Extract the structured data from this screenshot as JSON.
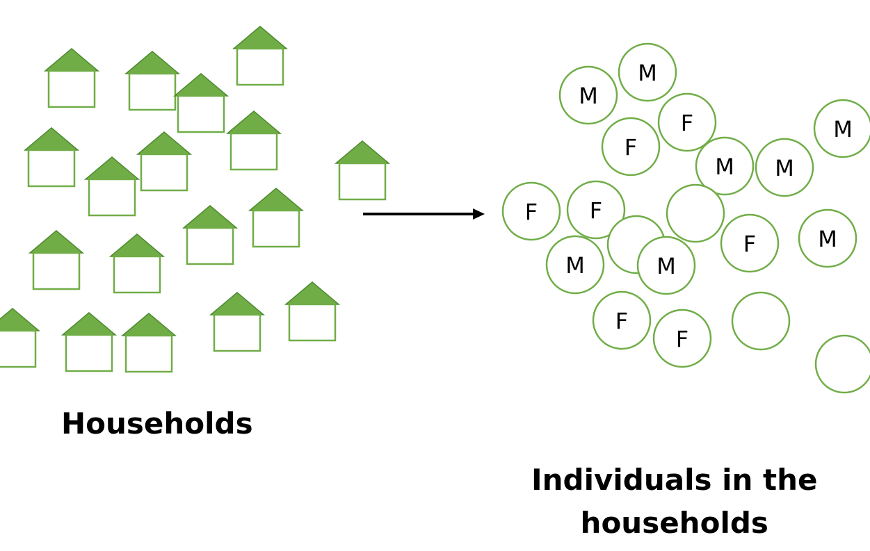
{
  "colors": {
    "roof": "#70ad47",
    "roof_stroke": "#4e8c30",
    "outline": "#70ad47",
    "arrow": "#000000",
    "text": "#000000"
  },
  "houses": [
    {
      "name": "house"
    },
    {
      "name": "house"
    },
    {
      "name": "house"
    },
    {
      "name": "house"
    },
    {
      "name": "house"
    },
    {
      "name": "house"
    },
    {
      "name": "house"
    },
    {
      "name": "house"
    },
    {
      "name": "house"
    },
    {
      "name": "house"
    },
    {
      "name": "house"
    },
    {
      "name": "house"
    },
    {
      "name": "house"
    },
    {
      "name": "house"
    },
    {
      "name": "house"
    },
    {
      "name": "house"
    },
    {
      "name": "house"
    },
    {
      "name": "house"
    }
  ],
  "individuals": [
    {
      "label": "M"
    },
    {
      "label": "M"
    },
    {
      "label": "F"
    },
    {
      "label": "F"
    },
    {
      "label": "M"
    },
    {
      "label": "M"
    },
    {
      "label": "M"
    },
    {
      "label": "F"
    },
    {
      "label": "F"
    },
    {
      "label": ""
    },
    {
      "label": ""
    },
    {
      "label": "M"
    },
    {
      "label": "M"
    },
    {
      "label": "F"
    },
    {
      "label": "M"
    },
    {
      "label": "F"
    },
    {
      "label": "F"
    },
    {
      "label": ""
    },
    {
      "label": ""
    }
  ],
  "captions": {
    "households": "Households",
    "individuals_line1": "Individuals in the",
    "individuals_line2": "households"
  }
}
